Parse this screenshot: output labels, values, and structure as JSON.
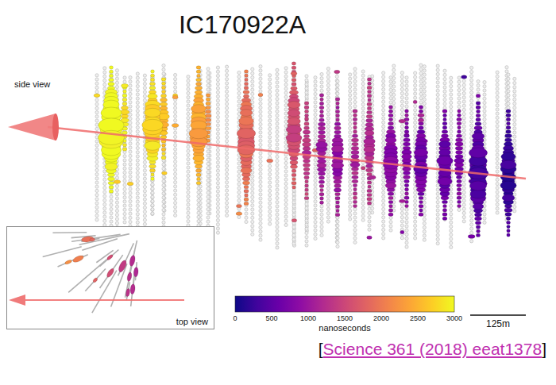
{
  "diagram": {
    "title": "IC170922A",
    "nodes": [
      {
        "text": [
          "top view"
        ]
      }
    ],
    "labels": [
      "side view",
      "0",
      "500",
      "1000",
      "1500",
      "2000",
      "2500",
      "3000",
      "nanoseconds",
      "125m",
      "[",
      "Science 361 (2018) eeat1378",
      "]"
    ]
  }
}
